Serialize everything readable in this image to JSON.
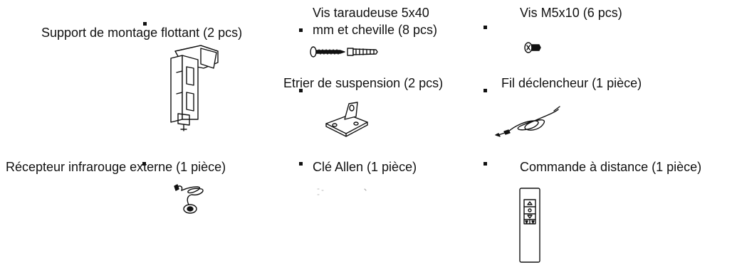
{
  "items": [
    {
      "label": "Support de montage flottant (2 pcs)",
      "icon": "floating-mount-bracket-icon"
    },
    {
      "label_line1": "Vis taraudeuse 5x40",
      "label_line2": "mm et cheville (8 pcs)",
      "icon": "screw-and-anchor-icon"
    },
    {
      "label": "Vis M5x10 (6 pcs)",
      "icon": "m5-screw-icon"
    },
    {
      "label": "Etrier de suspension (2 pcs)",
      "icon": "suspension-bracket-icon"
    },
    {
      "label": "Fil déclencheur (1 pièce)",
      "icon": "trigger-wire-icon"
    },
    {
      "label": "Récepteur infrarouge externe (1 pièce)",
      "icon": "ir-receiver-icon"
    },
    {
      "label": "Clé Allen (1 pièce)",
      "icon": "allen-key-icon"
    },
    {
      "label": "Commande à distance (1 pièce)",
      "icon": "remote-control-icon"
    }
  ]
}
